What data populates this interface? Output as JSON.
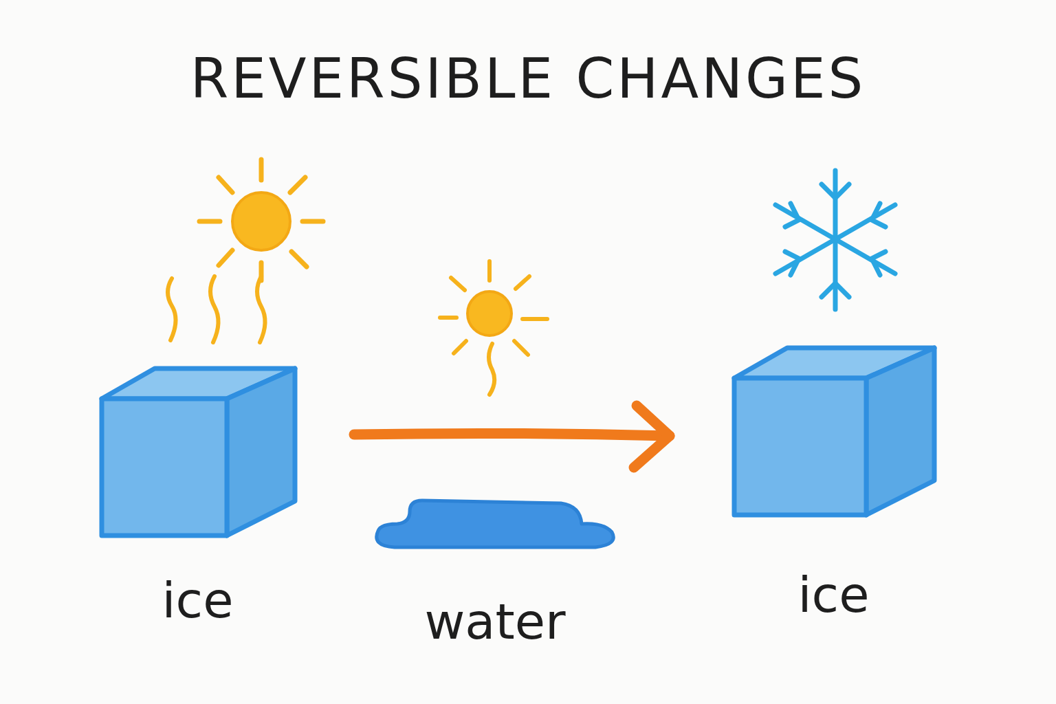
{
  "diagram": {
    "title": "REVERSIBLE CHANGES",
    "nodes": [
      {
        "text": [
          "ice"
        ]
      },
      {
        "text": [
          "water"
        ]
      },
      {
        "text": [
          "ice"
        ]
      }
    ],
    "edges": [
      {
        "from": 0,
        "to": 2,
        "arrow": "to"
      }
    ]
  }
}
